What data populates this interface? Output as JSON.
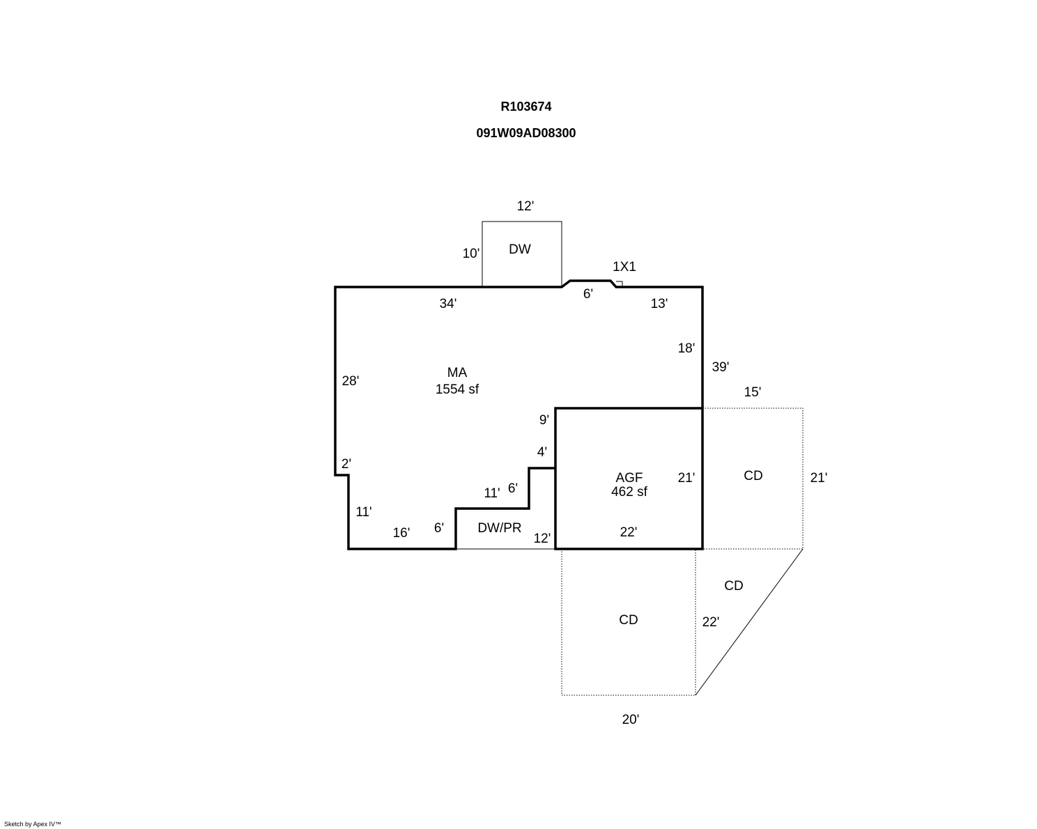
{
  "header": {
    "account_id": "R103674",
    "parcel_id": "091W09AD08300"
  },
  "areas": {
    "main": {
      "code": "MA",
      "area": "1554 sf"
    },
    "garage": {
      "code": "AGF",
      "area": "462 sf"
    },
    "dw_top": {
      "code": "DW"
    },
    "dw_pr": {
      "code": "DW/PR"
    },
    "cd_right": {
      "code": "CD"
    },
    "cd_bottom": {
      "code": "CD"
    },
    "cd_diag": {
      "code": "CD"
    },
    "bump": {
      "code": "1X1"
    }
  },
  "dimensions": {
    "dw_top_width": "12'",
    "dw_top_height": "10'",
    "main_top_left": "34'",
    "bump_width": "6'",
    "main_top_right": "13'",
    "main_right_upper": "18'",
    "main_right_total": "39'",
    "main_left": "28'",
    "left_jog": "2'",
    "left_lower": "11'",
    "bottom_left": "16'",
    "step_bottom": "6'",
    "step_top": "11'",
    "step_riser": "6'",
    "step_upper_riser": "4'",
    "garage_left_upper": "9'",
    "dw_pr_width": "12'",
    "garage_right": "21'",
    "garage_bottom": "22'",
    "cd_right_width": "15'",
    "cd_right_height": "21'",
    "cd_diag_side": "22'",
    "cd_bottom_width": "20'"
  },
  "footer": {
    "credit": "Sketch by Apex IV™"
  }
}
